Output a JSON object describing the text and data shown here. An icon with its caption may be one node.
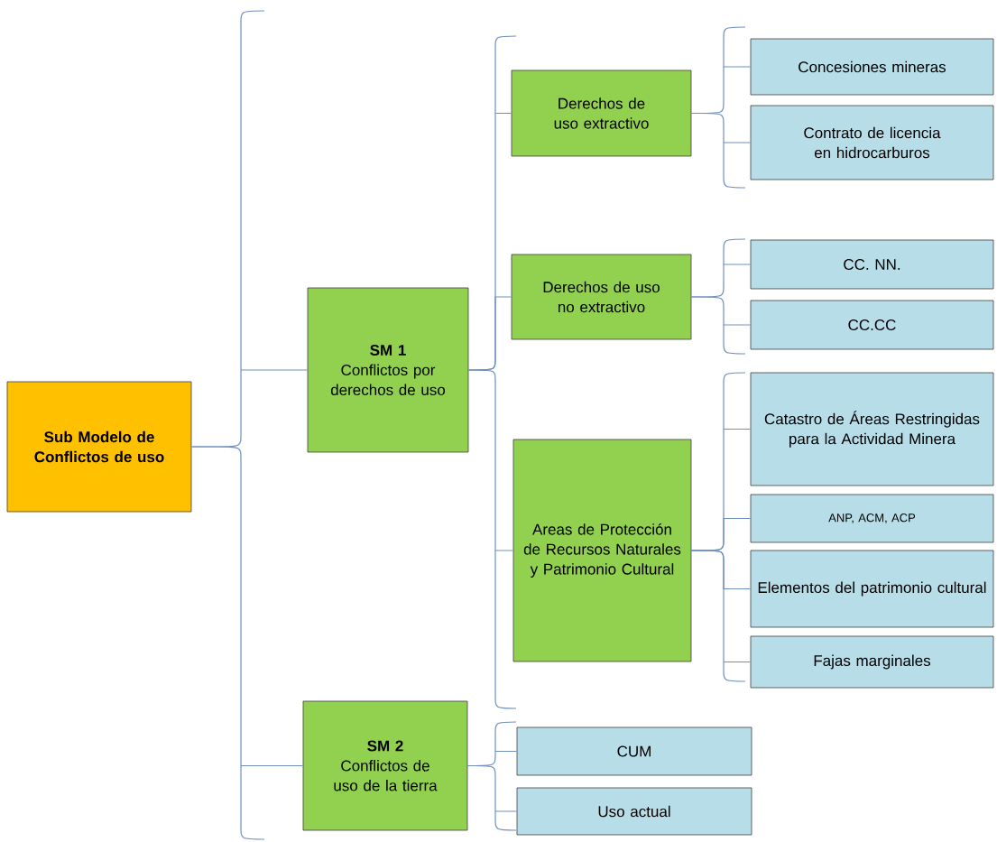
{
  "diagram": {
    "nodes": [
      {
        "text": [
          "Sub Modelo de Conflictos de uso"
        ]
      },
      {
        "text": [
          "SM 1",
          "Conflictos por derechos de uso"
        ]
      },
      {
        "text": [
          "Derechos de uso extractivo"
        ]
      },
      {
        "text": [
          "Concesiones mineras"
        ]
      },
      {
        "text": [
          "Contrato de licencia en hidrocarburos"
        ]
      },
      {
        "text": [
          "Derechos de uso no extractivo"
        ]
      },
      {
        "text": [
          "CC. NN."
        ]
      },
      {
        "text": [
          "CC.CC"
        ]
      },
      {
        "text": [
          "Areas de Protección de Recursos Naturales y Patrimonio Cultural"
        ]
      },
      {
        "text": [
          "Catastro de Áreas Restringidas para la Actividad Minera"
        ]
      },
      {
        "text": [
          "ANP, ACM, ACP"
        ]
      },
      {
        "text": [
          "Elementos del patrimonio cultural"
        ]
      },
      {
        "text": [
          "Fajas marginales"
        ]
      },
      {
        "text": [
          "SM 2",
          "Conflictos de uso de la tierra"
        ]
      },
      {
        "text": [
          "CUM"
        ]
      },
      {
        "text": [
          "Uso actual"
        ]
      }
    ],
    "edges": [
      {
        "from": 0,
        "to": 1,
        "arrow": "none"
      },
      {
        "from": 0,
        "to": 13,
        "arrow": "none"
      },
      {
        "from": 1,
        "to": 2,
        "arrow": "none"
      },
      {
        "from": 1,
        "to": 5,
        "arrow": "none"
      },
      {
        "from": 1,
        "to": 8,
        "arrow": "none"
      },
      {
        "from": 2,
        "to": 3,
        "arrow": "none"
      },
      {
        "from": 2,
        "to": 4,
        "arrow": "none"
      },
      {
        "from": 5,
        "to": 6,
        "arrow": "none"
      },
      {
        "from": 5,
        "to": 7,
        "arrow": "none"
      },
      {
        "from": 8,
        "to": 9,
        "arrow": "none"
      },
      {
        "from": 8,
        "to": 10,
        "arrow": "none"
      },
      {
        "from": 8,
        "to": 11,
        "arrow": "none"
      },
      {
        "from": 8,
        "to": 12,
        "arrow": "none"
      },
      {
        "from": 13,
        "to": 14,
        "arrow": "none"
      },
      {
        "from": 13,
        "to": 15,
        "arrow": "none"
      }
    ]
  }
}
